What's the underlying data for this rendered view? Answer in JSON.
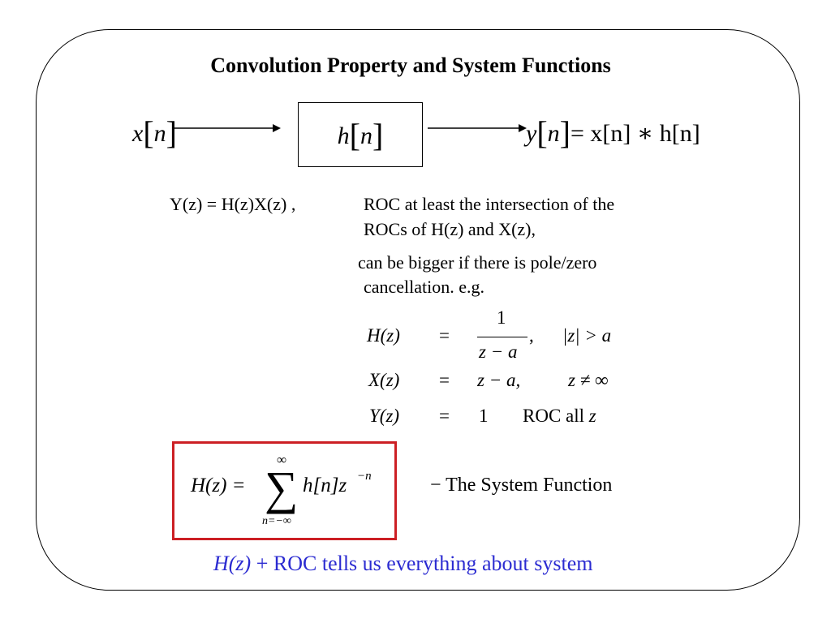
{
  "title": "Convolution Property and System Functions",
  "colors": {
    "box_border": "#cc1f24",
    "summary_text": "#2b2bd1"
  },
  "diagram": {
    "input_signal": "x",
    "input_index": "n",
    "system": "h",
    "system_index": "n",
    "output_lhs": "y",
    "output_rhs": "= x[n] ∗ h[n]"
  },
  "relation": {
    "transform": "Y(z) = H(z)X(z) ,",
    "roc_line1": "ROC at least the intersection of the",
    "roc_line2": "ROCs of H(z) and X(z),",
    "roc_line3": "can be bigger if there is pole/zero",
    "roc_line4": "cancellation. e.g."
  },
  "example": {
    "rows": [
      {
        "lhs": "H(z)",
        "eq": "=",
        "numerator": "1",
        "denominator": "z − a",
        "suffix": ",",
        "condition": "|z| > a"
      },
      {
        "lhs": "X(z)",
        "eq": "=",
        "rhs": "z − a,",
        "condition": "z ≠ ∞"
      },
      {
        "lhs": "Y(z)",
        "eq": "=",
        "rhs": "1",
        "condition_text": "ROC all",
        "condition_var": "z"
      }
    ]
  },
  "system_function": {
    "lhs": "H(z) =",
    "upper_limit": "∞",
    "lower_limit": "n=−∞",
    "term": "h[n]z",
    "exponent": "−n",
    "label": "− The System Function"
  },
  "summary": {
    "var": "H(z)",
    "text": "+ ROC tells us everything about system"
  }
}
